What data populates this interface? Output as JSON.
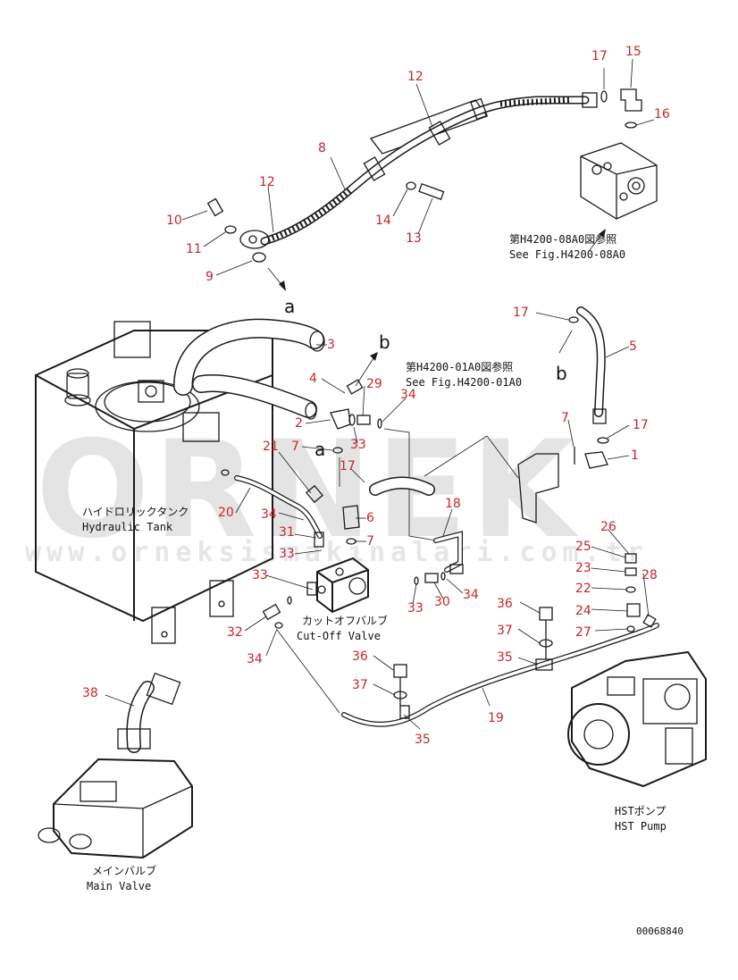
{
  "watermark": {
    "brand": "ORNEK",
    "url": "www.orneksismakinalari.com.tr"
  },
  "labels": {
    "hydraulic_tank_jp": "ハイドロリックタンク",
    "hydraulic_tank_en": "Hydraulic Tank",
    "cutoff_valve_jp": "カットオフバルブ",
    "cutoff_valve_en": "Cut-Off Valve",
    "main_valve_jp": "メインバルブ",
    "main_valve_en": "Main Valve",
    "hst_pump_jp": "HSTポンプ",
    "hst_pump_en": "HST Pump",
    "ref_08a0_jp": "第H4200-08A0図参照",
    "ref_08a0_en": "See Fig.H4200-08A0",
    "ref_01a0_jp": "第H4200-01A0図参照",
    "ref_01a0_en": "See Fig.H4200-01A0",
    "drawing_no": "00068840"
  },
  "letters": {
    "a_top": "a",
    "a_mid": "a",
    "b_top": "b",
    "b_mid": "b"
  },
  "callouts": [
    "17",
    "15",
    "12",
    "16",
    "8",
    "12",
    "10",
    "14",
    "11",
    "13",
    "9",
    "17",
    "5",
    "3",
    "4",
    "29",
    "34",
    "2",
    "33",
    "7",
    "1",
    "17",
    "21",
    "7",
    "17",
    "6",
    "20",
    "34",
    "18",
    "31",
    "7",
    "33",
    "33",
    "26",
    "25",
    "23",
    "28",
    "30",
    "34",
    "33",
    "22",
    "24",
    "36",
    "32",
    "27",
    "37",
    "34",
    "35",
    "36",
    "37",
    "19",
    "35",
    "38"
  ],
  "colors": {
    "callout": "#c8262a",
    "line": "#1a1a1a",
    "watermark": "#e4e4e4"
  }
}
